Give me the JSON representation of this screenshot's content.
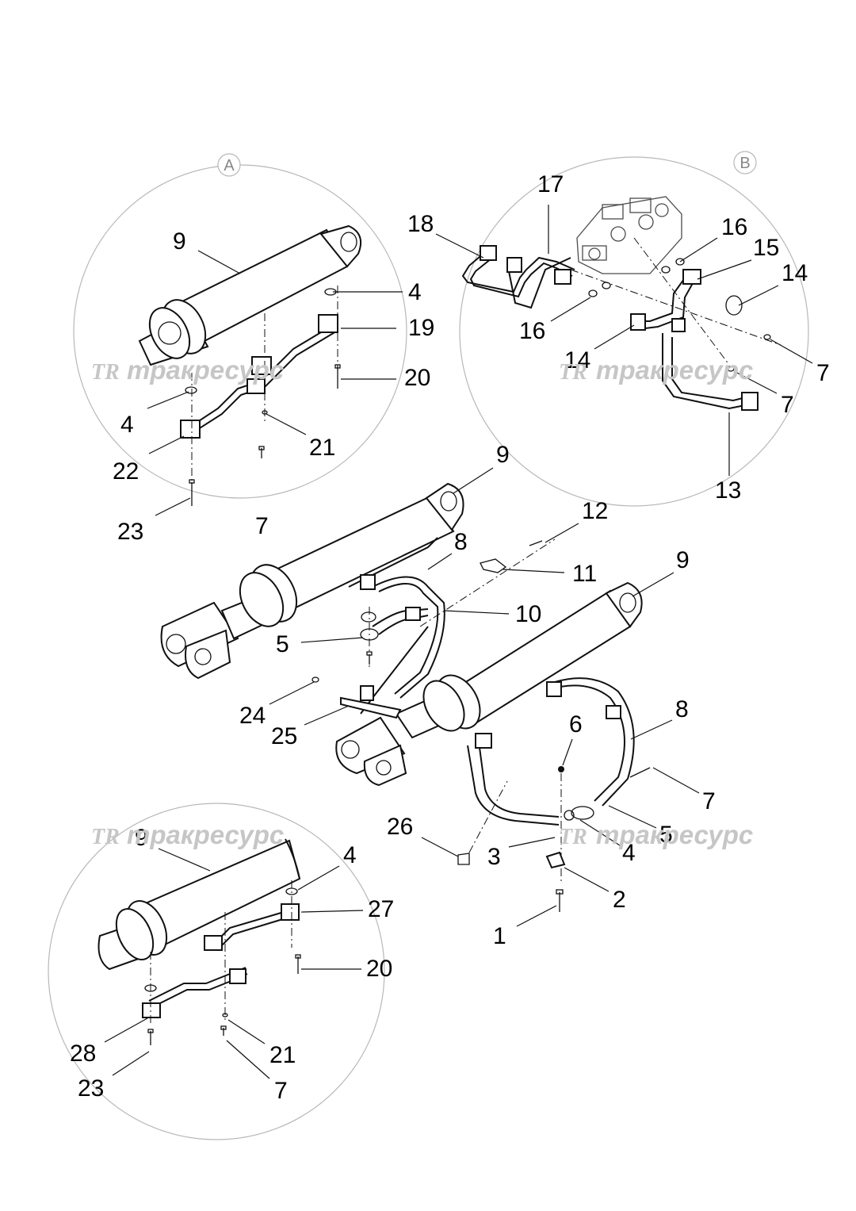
{
  "detail_badges": {
    "a": "A",
    "b": "B"
  },
  "watermark": {
    "logo": "TR",
    "text": "тракресурс"
  },
  "callouts": {
    "a": [
      "9",
      "4",
      "19",
      "20",
      "4",
      "21",
      "22",
      "23",
      "7"
    ],
    "b": [
      "17",
      "18",
      "16",
      "15",
      "14",
      "16",
      "14",
      "7",
      "7",
      "13"
    ],
    "main": [
      "9",
      "12",
      "8",
      "11",
      "9",
      "10",
      "5",
      "24",
      "25",
      "6",
      "8",
      "7",
      "26",
      "3",
      "5",
      "4",
      "2",
      "1"
    ],
    "c": [
      "9",
      "4",
      "27",
      "20",
      "28",
      "21",
      "23",
      "7"
    ]
  }
}
